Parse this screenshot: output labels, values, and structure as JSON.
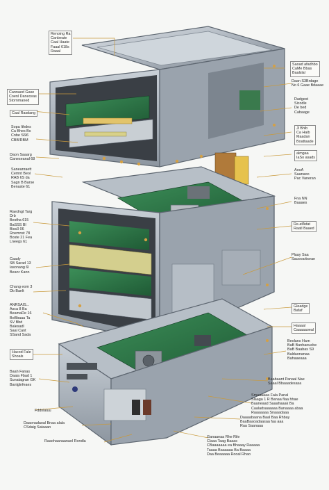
{
  "colors": {
    "frame": "#a9b1ba",
    "frame_dark": "#6f7883",
    "frame_light": "#d6dce2",
    "pcb": "#2f7a4a",
    "pcb_dark": "#1f5a35",
    "gold": "#d9a43a",
    "leader": "#c99a3c",
    "ink": "#2a2a2a"
  },
  "labels": {
    "top_center": "Renoing Ra\nCanbeate\nCaal Haate\nFaaal 618s\nRaaal",
    "l1": "Cannaed Gase\nCoenl Daneceas\nStornmaned",
    "l2": "Caal Rasdang",
    "l3": "Sopa Ithdes\nCa Bhes Bs\nCnbe S6l6\nCBB/RBM",
    "l4": "Daon Saaarg\nCaneseanal 68",
    "l5": "Saneanraett\nCemnt Beol\nRAB 6S da\nSagn B Barse\nBenaste 61",
    "l6": "Raedngt Targ\nDrb\nBestha 615\nBaSSS Bl\nBiss3 06\nRoemnst 78\nBoste 21 Fea\nLneegs 61",
    "l7": "Caady\nSB Sarad 13\nlasonang 6l\nBeanr Kann",
    "l8": "Chang eom 3\nDb Banlt",
    "l9": "ANRSAIS...\nAsca 8 Ba\nBeamaDe 16\nBoBbaaa Ta\nSV Bbd\nBalesadl\nSaal Cant\nSSand Sada",
    "l10": "Hacod Fale\nShoals",
    "l11": "Baah Fanas\nDaaia Fbad 1\nSunatagran GK\nBanlglnfeaes",
    "l12": "Fddnlaluu",
    "l13": "Daaonadaoal Bnaa alala\nCSdaig Sataaan",
    "l14": "Raaohaanaanaol Rondla",
    "r1": "Saoad afadhbo\nCaMe Bbas\nBaalslal",
    "r2": "Daan S3Brdage\nNo 6 Gaae Bdaaae",
    "r3": "Dadgest\nSicodle\nDe bed\nCabaage",
    "r4": "Jl Bhlb\nCa Haib\nMaadan\nBoattaade",
    "r5": "almgaa\nIaSo asads",
    "r6": "AooA\nSaanaoo\nPac Vaneran",
    "r7": "Fna NN\nBaaaes",
    "r8": "Ra afAdat\nRaatl Baaed",
    "r9": "Plaay Saa\nSauooarboran",
    "r10": "Gleadge\nBafaf",
    "r11": "Haaaal\nCaaaaaoeal",
    "r12": "Beolans Harn\nBaB Banhaouebe\nBaB Baabas S9\nBaldaonanaa\nBahaaeaaa",
    "r13": "Baabaant Panaal Nae\nSaaal Bbaaadesasa",
    "r14": "Smaaaaaa Fala Panal\nSlaaga 1 R Banaa flaa hhae\nBaaneaad Saaahaaak Ba\nCaaladsaaaaaa Banaaaa abaa\nRaaaaaaa Snaaadaaa",
    "r15": "Daaaabaana Baal Baa Rhbay\nBaaBaaoadaasaa faa aaa\nRaa Saanaaa",
    "bottom": "Ganaaeaa Rhe Rile\nClaaa Taag Baaas\nCBaaaaaaa ea Bhaaay Raaaaa\nTaaaa Baaaaaa Ba Baaaa\nDaa Beaaaaa Rooal Rhao"
  }
}
